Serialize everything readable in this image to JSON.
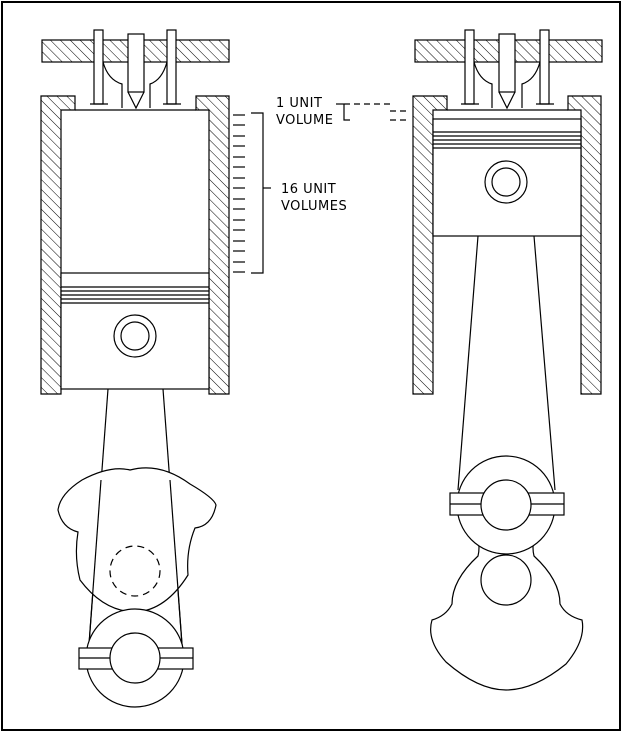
{
  "labels": {
    "one_unit_line1": "1 UNIT",
    "one_unit_line2": "VOLUME",
    "sixteen_unit_line1": "16 UNIT",
    "sixteen_unit_line2": "VOLUMES"
  },
  "diagram": {
    "left_engine": "piston-at-bottom-dead-center",
    "right_engine": "piston-at-top-dead-center",
    "compression_scale_ticks": 16
  },
  "colors": {
    "stroke": "#000000",
    "background": "#ffffff"
  }
}
